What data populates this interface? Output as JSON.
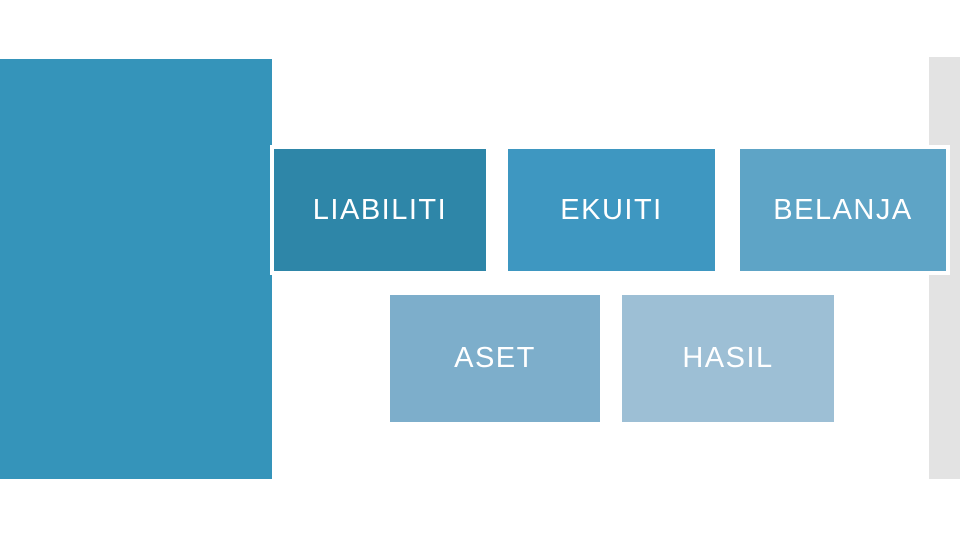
{
  "slide": {
    "background_color": "#ffffff",
    "text_color": "#ffffff",
    "decorations": {
      "left_panel_color": "#3594ba",
      "right_bar_color": "#e3e3e3"
    },
    "boxes": [
      {
        "label": "LIABILITI",
        "color": "#2e86a8",
        "row": 1
      },
      {
        "label": "EKUITI",
        "color": "#3e97c1",
        "row": 1
      },
      {
        "label": "BELANJA",
        "color": "#5ea4c6",
        "row": 1
      },
      {
        "label": "ASET",
        "color": "#7daecb",
        "row": 2
      },
      {
        "label": "HASIL",
        "color": "#9dbfd5",
        "row": 2
      }
    ]
  }
}
